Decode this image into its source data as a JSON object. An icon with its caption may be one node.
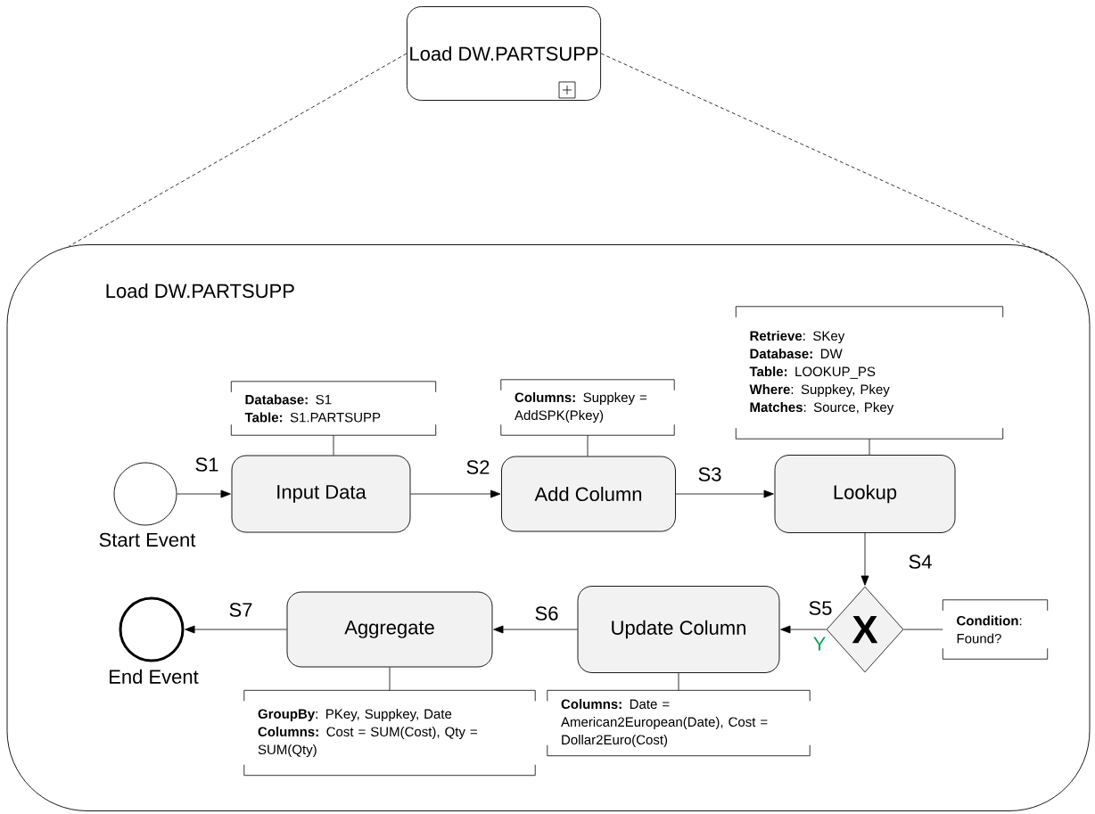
{
  "diagram": {
    "nodes": [
      {
        "text": [
          "Load DW.PARTSUPP"
        ]
      },
      {
        "text": [
          "Load DW.PARTSUPP"
        ]
      },
      {
        "text": [],
        "shape": "circle",
        "beside": [
          "Start Event"
        ],
        "in": 1
      },
      {
        "text": [
          "Input Data"
        ],
        "in": 1
      },
      {
        "text": [
          "Add Column"
        ],
        "in": 1
      },
      {
        "text": [
          "Lookup"
        ],
        "in": 1
      },
      {
        "text": [
          "X"
        ],
        "in": 1
      },
      {
        "text": [
          "Update Column"
        ],
        "in": 1
      },
      {
        "text": [
          "Aggregate"
        ],
        "in": 1
      },
      {
        "text": [],
        "shape": "circle",
        "beside": [
          "End Event"
        ],
        "in": 1
      },
      {
        "text": [
          "**Database:** S1",
          "**Table:** S1.PARTSUPP"
        ],
        "in": 1
      },
      {
        "text": [
          "**Columns:** Suppkey = AddSPK(Pkey)"
        ],
        "in": 1
      },
      {
        "text": [
          "**Retrieve**: SKey",
          "**Database:** DW",
          "**Table:** LOOKUP_PS",
          "**Where**: Suppkey, Pkey",
          "**Matches**: Source, Pkey"
        ],
        "in": 1
      },
      {
        "text": [
          "**Condition**: Found?"
        ],
        "in": 1
      },
      {
        "text": [
          "**Columns:** Date = American2European(Date), Cost = Dollar2Euro(Cost)"
        ],
        "in": 1
      },
      {
        "text": [
          "**GroupBy**: PKey, Suppkey, Date",
          "**Columns:** Cost = SUM(Cost), Qty = SUM(Qty)"
        ],
        "in": 1
      }
    ],
    "edges": [
      {
        "from": 0,
        "to": 1,
        "arrow": "none",
        "style": "dashed"
      },
      {
        "from": 0,
        "to": 1,
        "arrow": "none",
        "style": "dashed"
      },
      {
        "from": 2,
        "to": 3,
        "arrow": "to",
        "label": "S1"
      },
      {
        "from": 3,
        "to": 4,
        "arrow": "to",
        "label": "S2"
      },
      {
        "from": 4,
        "to": 5,
        "arrow": "to",
        "label": "S3"
      },
      {
        "from": 5,
        "to": 6,
        "arrow": "to",
        "label": "S4"
      },
      {
        "from": 6,
        "to": 7,
        "arrow": "to",
        "label": "S5"
      },
      {
        "from": 7,
        "to": 8,
        "arrow": "to",
        "label": "S6"
      },
      {
        "from": 8,
        "to": 9,
        "arrow": "to",
        "label": "S7"
      },
      {
        "from": 10,
        "to": 3,
        "arrow": "none"
      },
      {
        "from": 11,
        "to": 4,
        "arrow": "none"
      },
      {
        "from": 12,
        "to": 5,
        "arrow": "none"
      },
      {
        "from": 13,
        "to": 6,
        "arrow": "none"
      },
      {
        "from": 14,
        "to": 7,
        "arrow": "none"
      },
      {
        "from": 15,
        "to": 8,
        "arrow": "none"
      }
    ],
    "labels": [
      "Y"
    ]
  }
}
